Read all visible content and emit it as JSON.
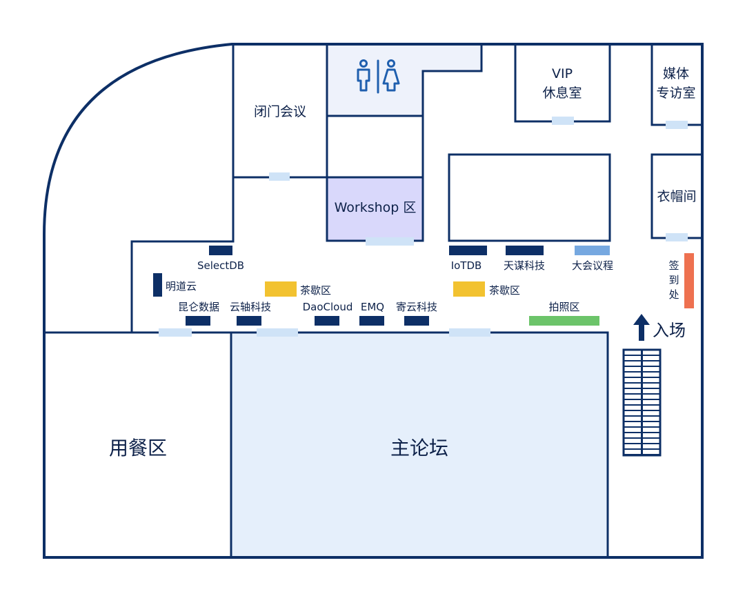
{
  "rooms": {
    "closed_meeting": "闭门会议",
    "vip_line1": "VIP",
    "vip_line2": "休息室",
    "media_line1": "媒体",
    "media_line2": "专访室",
    "cloakroom": "衣帽间",
    "workshop": "Workshop 区",
    "dining": "用餐区",
    "main_forum": "主论坛"
  },
  "booths": {
    "selectdb": "SelectDB",
    "mingdaoyun": "明道云",
    "kunlun": "昆仑数据",
    "yunzhou": "云轴科技",
    "daocloud": "DaoCloud",
    "emq": "EMQ",
    "jiyun": "寄云科技",
    "iotdb": "IoTDB",
    "tianmou": "天谋科技",
    "agenda": "大会议程"
  },
  "zones": {
    "tea_break_1": "茶歇区",
    "tea_break_2": "茶歇区",
    "photo": "拍照区",
    "signin": "签到处"
  },
  "entrance": {
    "label": "入场"
  },
  "colors": {
    "wall": "#0d2f66",
    "booth": "#0d2f66",
    "door": "#cfe3f7",
    "tea_break": "#f2c230",
    "photo": "#6cc46a",
    "signin": "#ee7150",
    "agenda": "#76a8e0",
    "workshop_fill": "#d9d8fb",
    "main_forum_fill": "#e5effb",
    "restroom_fill": "#eef2fb",
    "restroom_icon": "#1f5fae"
  },
  "icons": [
    "restroom-icon",
    "entrance-arrow-icon",
    "stairs-icon"
  ]
}
